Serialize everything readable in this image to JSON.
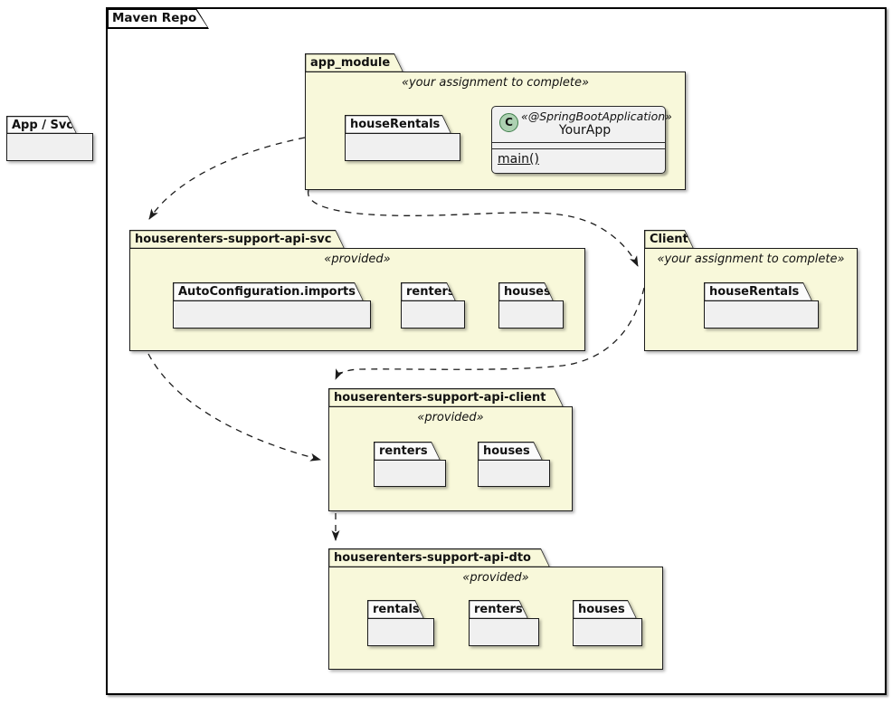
{
  "frame": {
    "title": "Maven Repo"
  },
  "external": {
    "app_svc_label": "App / Svc"
  },
  "packages": {
    "app_module": {
      "title": "app_module",
      "stereotype": "«your assignment to complete»",
      "house_rentals": "houseRentals"
    },
    "api_svc": {
      "title": "houserenters-support-api-svc",
      "stereotype": "«provided»",
      "autoconfig": "AutoConfiguration.imports",
      "renters": "renters",
      "houses": "houses"
    },
    "client": {
      "title": "Client",
      "stereotype": "«your assignment to complete»",
      "house_rentals": "houseRentals"
    },
    "api_client": {
      "title": "houserenters-support-api-client",
      "stereotype": "«provided»",
      "renters": "renters",
      "houses": "houses"
    },
    "api_dto": {
      "title": "houserenters-support-api-dto",
      "stereotype": "«provided»",
      "rentals": "rentals",
      "renters": "renters",
      "houses": "houses"
    }
  },
  "class_box": {
    "circle_letter": "C",
    "stereotype": "«@SpringBootApplication»",
    "name": "YourApp",
    "method": "main()"
  },
  "relations": [
    {
      "from": "app_module",
      "to": "houserenters-support-api-svc",
      "style": "dashed-dependency"
    },
    {
      "from": "app_module",
      "to": "Client",
      "style": "dashed-dependency"
    },
    {
      "from": "Client",
      "to": "houserenters-support-api-client",
      "style": "dashed-dependency"
    },
    {
      "from": "houserenters-support-api-svc",
      "to": "houserenters-support-api-client",
      "style": "dashed-dependency"
    },
    {
      "from": "houserenters-support-api-client",
      "to": "houserenters-support-api-dto",
      "style": "dashed-dependency"
    }
  ],
  "colors": {
    "package_fill": "#f8f8da",
    "inner_folder_body": "#f0f0f0",
    "inner_folder_tab": "#fbfbfb",
    "class_fill": "#f1f1f1",
    "class_circle_fill": "#ADD1B2",
    "class_circle_border": "#3e7d4a",
    "line": "#1c1c1c",
    "frame_background": "#ffffff"
  }
}
